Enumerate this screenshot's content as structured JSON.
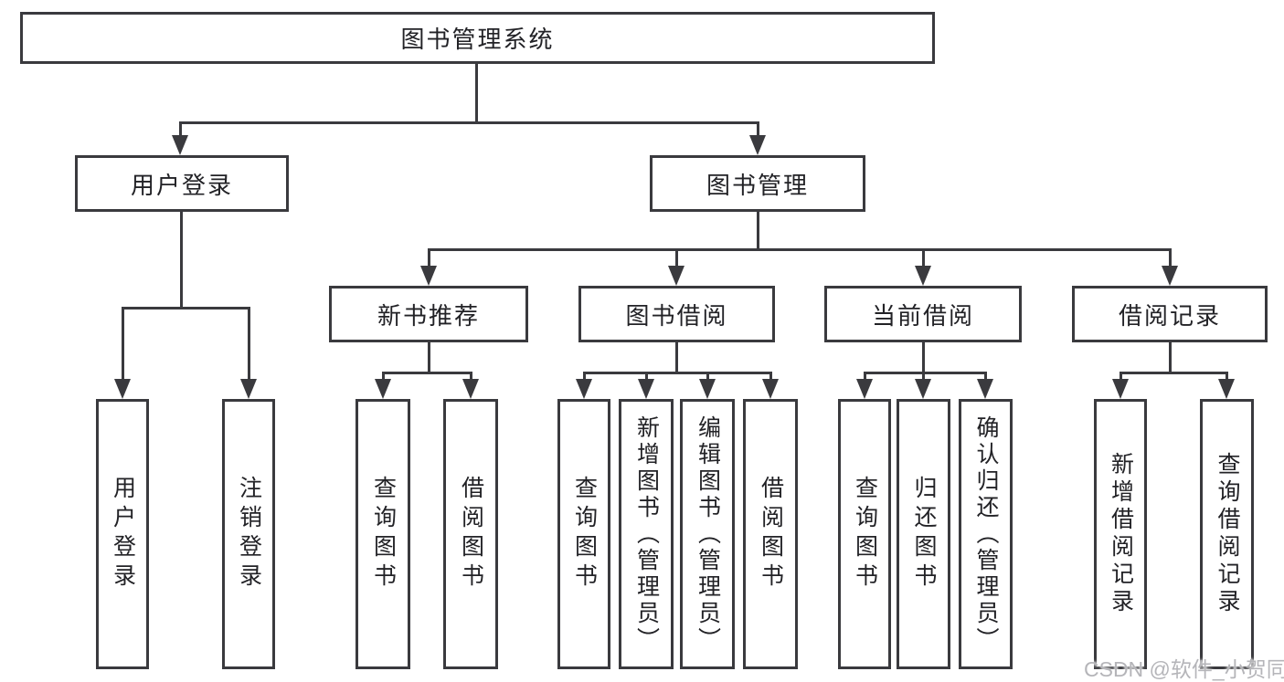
{
  "colors": {
    "line": "#3a3a3e",
    "text": "#222226",
    "watermark": "#b5b5b9",
    "bg": "#ffffff"
  },
  "root": {
    "label": "图书管理系统"
  },
  "level2": {
    "user_login": {
      "label": "用户登录"
    },
    "book_mgmt": {
      "label": "图书管理"
    }
  },
  "level3": {
    "recommend": {
      "label": "新书推荐"
    },
    "borrow": {
      "label": "图书借阅"
    },
    "current": {
      "label": "当前借阅"
    },
    "records": {
      "label": "借阅记录"
    }
  },
  "leaves": {
    "user_login": [
      "用户登录",
      "注销登录"
    ],
    "recommend": [
      "查询图书",
      "借阅图书"
    ],
    "borrow": [
      "查询图书",
      "新增图书（管理员）",
      "编辑图书（管理员）",
      "借阅图书"
    ],
    "current": [
      "查询图书",
      "归还图书",
      "确认归还（管理员）"
    ],
    "records": [
      "新增借阅记录",
      "查询借阅记录"
    ]
  },
  "watermark": "CSDN @软件_小贺同学"
}
